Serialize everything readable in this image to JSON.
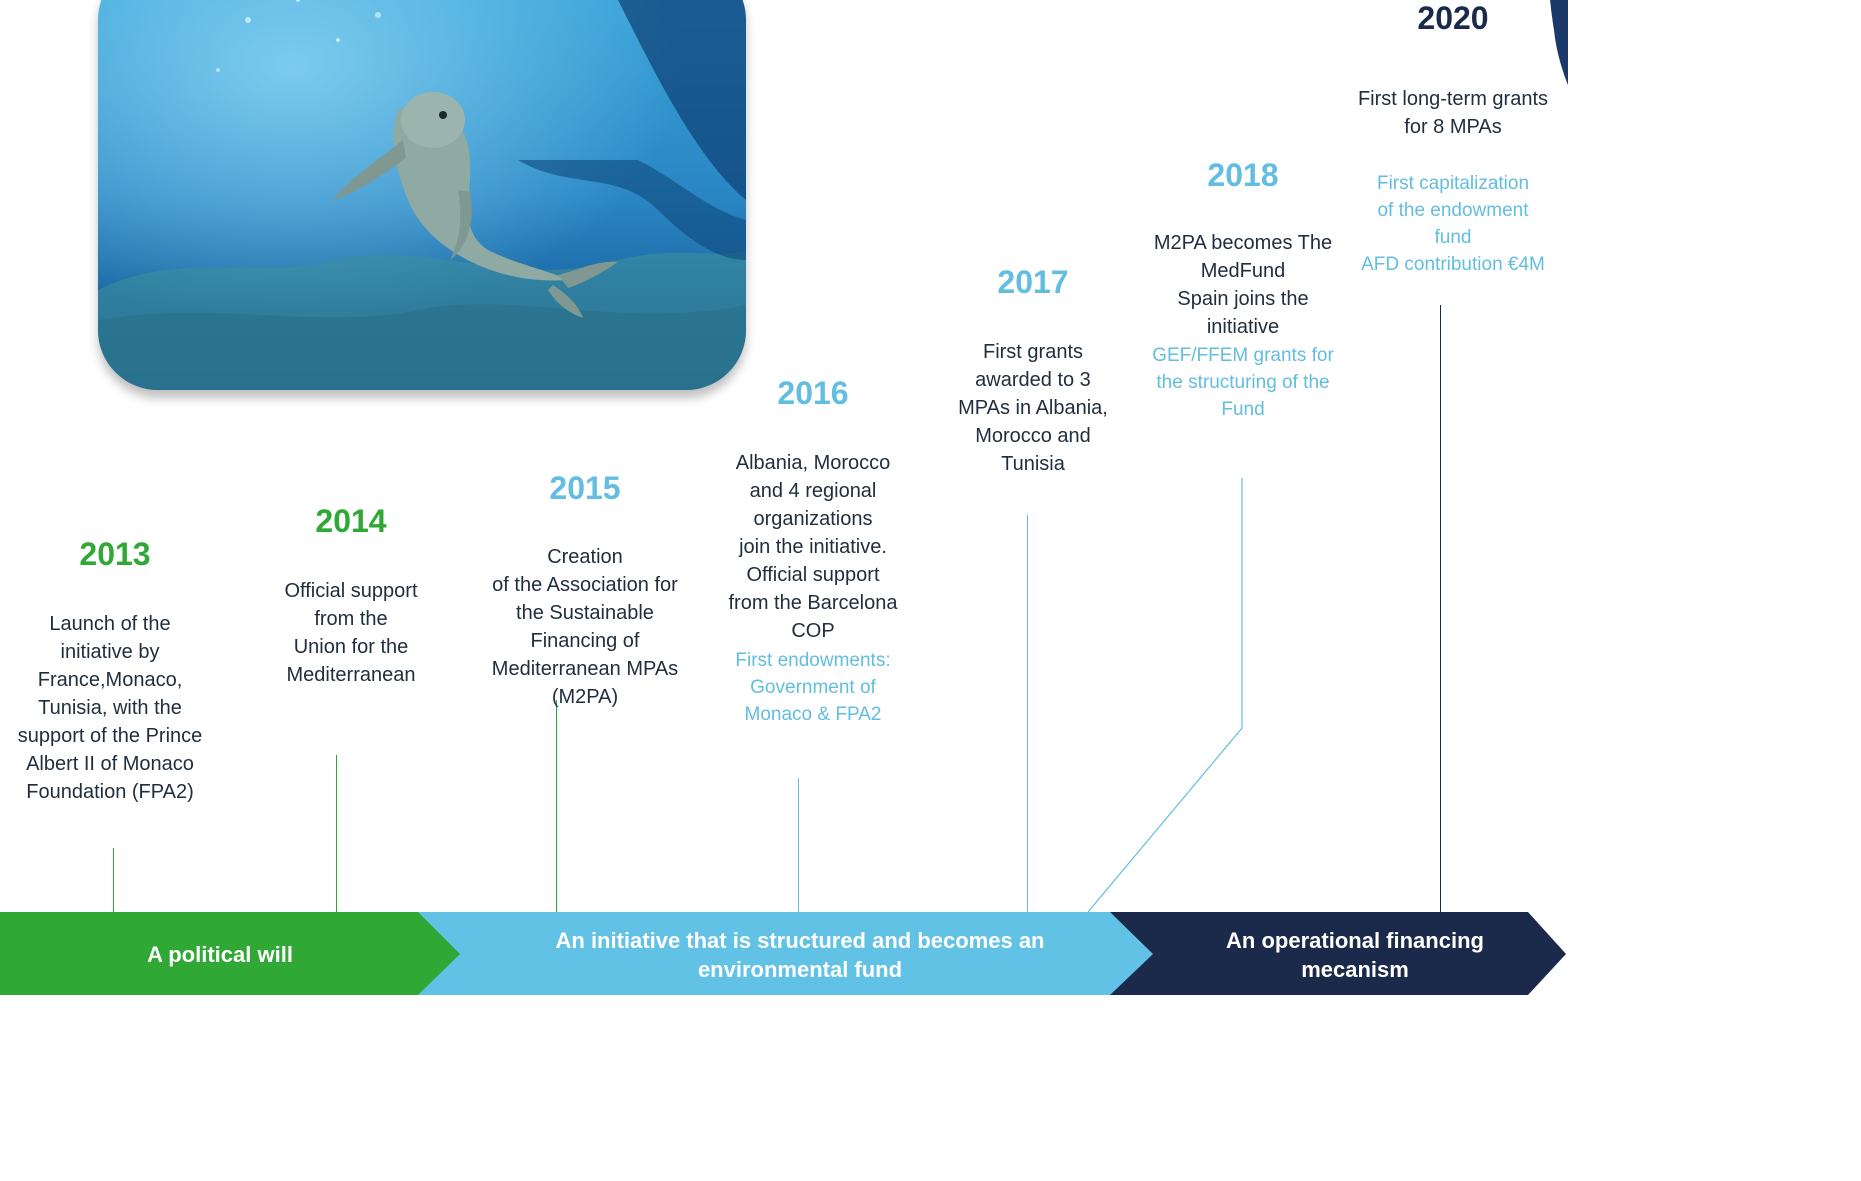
{
  "colors": {
    "phase1": "#2fa836",
    "phase2": "#62c2e6",
    "phase3": "#1b2a4a",
    "year_green": "#2fa836",
    "year_blue": "#62bde0",
    "year_dark": "#1b2a4a",
    "note_blue": "#62bde0"
  },
  "photo": {
    "icon": "monk-seal-underwater-photo"
  },
  "milestones": [
    {
      "year": "2013",
      "desc": [
        "Launch of the",
        "initiative by",
        "France,Monaco,",
        "Tunisia, with the",
        "support of the Prince",
        "Albert II of Monaco",
        "Foundation (FPA2)"
      ]
    },
    {
      "year": "2014",
      "desc": [
        "Official support",
        "from the",
        "Union for the",
        "Mediterranean"
      ]
    },
    {
      "year": "2015",
      "desc": [
        "Creation",
        "of the Association for",
        "the Sustainable",
        "Financing of",
        "Mediterranean MPAs",
        "(M2PA)"
      ]
    },
    {
      "year": "2016",
      "desc": [
        "Albania, Morocco",
        "and 4 regional",
        "organizations",
        "join the initiative.",
        "Official support",
        "from the Barcelona",
        "COP"
      ],
      "note": [
        "First endowments:",
        "Government of",
        "Monaco & FPA2"
      ]
    },
    {
      "year": "2017",
      "desc": [
        "First grants",
        "awarded to 3",
        "MPAs in Albania,",
        "Morocco and",
        "Tunisia"
      ]
    },
    {
      "year": "2018",
      "desc": [
        "M2PA becomes The",
        "MedFund",
        "Spain joins the",
        "initiative"
      ],
      "note": [
        "GEF/FFEM grants for",
        "the structuring of the",
        "Fund"
      ]
    },
    {
      "year": "2020",
      "desc": [
        "First long-term grants",
        "for 8 MPAs"
      ],
      "note": [
        "First capitalization",
        "of the endowment",
        "fund",
        "AFD contribution €4M"
      ]
    }
  ],
  "phases": [
    {
      "label": [
        "A political will"
      ]
    },
    {
      "label": [
        "An initiative that is structured and becomes an",
        "environmental fund"
      ]
    },
    {
      "label": [
        "An operational financing",
        "mecanism"
      ]
    }
  ]
}
